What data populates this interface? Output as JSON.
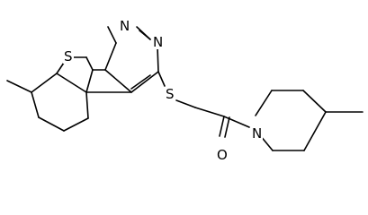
{
  "molecule": {
    "atoms": {
      "S_thiophene": "S",
      "N_pyrimidine_top": "N",
      "N_pyrimidine_right": "N",
      "S_thioether": "S",
      "N_piperidine": "N",
      "O_carbonyl": "O"
    }
  }
}
